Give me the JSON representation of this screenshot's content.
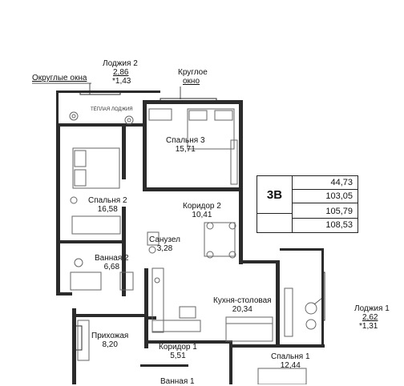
{
  "external_labels": {
    "round_windows": "Округлые окна",
    "loggia2_name": "Лоджия 2",
    "loggia2_area": "2,86",
    "loggia2_coef": "*1,43",
    "round_window": "Круглое",
    "round_window2": "окно",
    "loggia1_name": "Лоджия 1",
    "loggia1_area": "2,62",
    "loggia1_coef": "*1,31"
  },
  "inner_tag": "ТЁПЛАЯ ЛОДЖИЯ",
  "rooms": [
    {
      "name": "Спальня 3",
      "area": "15,71"
    },
    {
      "name": "Спальня 2",
      "area": "16,58"
    },
    {
      "name": "Коридор 2",
      "area": "10,41"
    },
    {
      "name": "Санузел",
      "area": "3,28"
    },
    {
      "name": "Ванная 2",
      "area": "6,68"
    },
    {
      "name": "Кухня-столовая",
      "area": "20,34"
    },
    {
      "name": "Прихожая",
      "area": "8,20"
    },
    {
      "name": "Коридор 1",
      "area": "5,51"
    },
    {
      "name": "Спальня 1",
      "area": "12,44"
    },
    {
      "name": "Ванная 1",
      "area": ""
    }
  ],
  "spec_table": {
    "code": "3В",
    "values": [
      "44,73",
      "103,05",
      "105,79",
      "108,53"
    ]
  },
  "colors": {
    "wall": "#2b2b2b",
    "furniture": "#666666",
    "background": "#ffffff"
  }
}
